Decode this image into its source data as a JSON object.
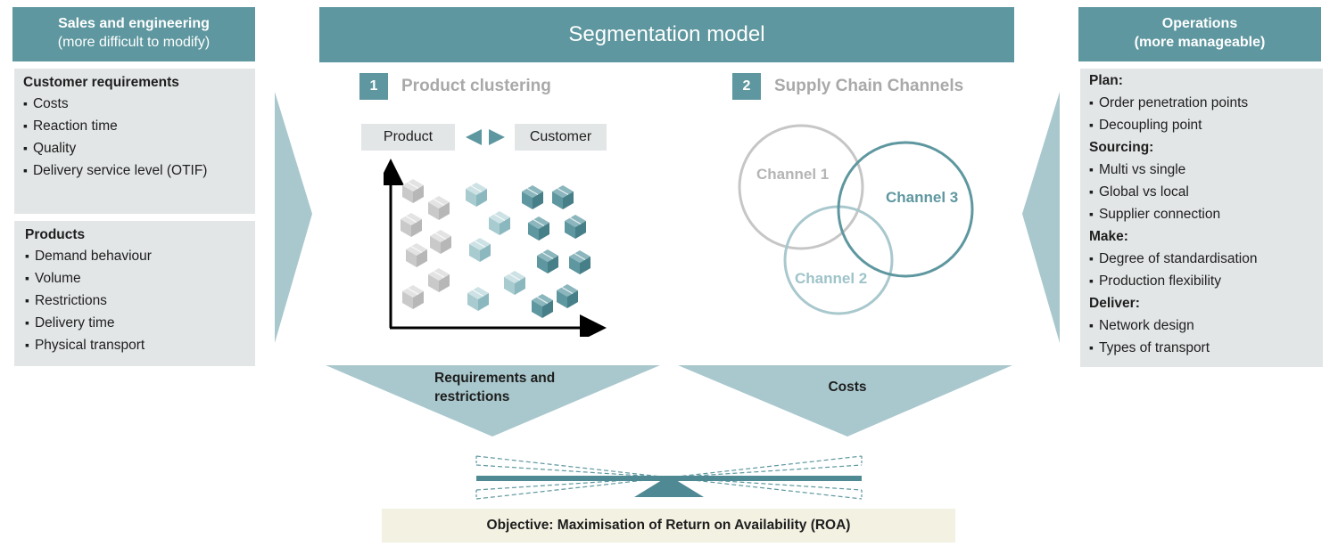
{
  "left": {
    "header": {
      "title": "Sales and engineering",
      "subtitle": "(more difficult to modify)"
    },
    "customer_requirements": {
      "title": "Customer requirements",
      "items": [
        "Costs",
        "Reaction time",
        "Quality",
        "Delivery service level (OTIF)"
      ]
    },
    "products": {
      "title": "Products",
      "items": [
        "Demand behaviour",
        "Volume",
        "Restrictions",
        "Delivery time",
        "Physical transport"
      ]
    }
  },
  "center": {
    "title": "Segmentation model",
    "clustering": {
      "number": "1",
      "title": "Product clustering",
      "product_label": "Product",
      "customer_label": "Customer"
    },
    "channels": {
      "number": "2",
      "title": "Supply Chain Channels",
      "channel1": "Channel 1",
      "channel2": "Channel 2",
      "channel3": "Channel 3"
    },
    "requirements_label": "Requirements and restrictions",
    "costs_label": "Costs",
    "objective": "Objective: Maximisation of Return on Availability (ROA)"
  },
  "right": {
    "header": {
      "title": "Operations",
      "subtitle": "(more manageable)"
    },
    "groups": [
      {
        "title": "Plan:",
        "items": [
          "Order penetration points",
          "Decoupling point"
        ]
      },
      {
        "title": "Sourcing:",
        "items": [
          "Multi vs single",
          "Global vs local",
          "Supplier connection"
        ]
      },
      {
        "title": "Make:",
        "items": [
          "Degree of standardisation",
          "Production flexibility"
        ]
      },
      {
        "title": "Deliver:",
        "items": [
          "Network design",
          "Types of transport"
        ]
      }
    ]
  },
  "colors": {
    "teal": "#5e979f",
    "light_teal": "#a9c8cd",
    "gray_box": "#e3e6e7",
    "cube_gray": "#c8c8c8",
    "cube_light": "#9ec3c9",
    "cube_dark": "#4f8a94",
    "objective_bg": "#f3f1e2"
  },
  "icons": [
    "box-icon",
    "arrow-left-icon",
    "arrow-right-icon"
  ]
}
